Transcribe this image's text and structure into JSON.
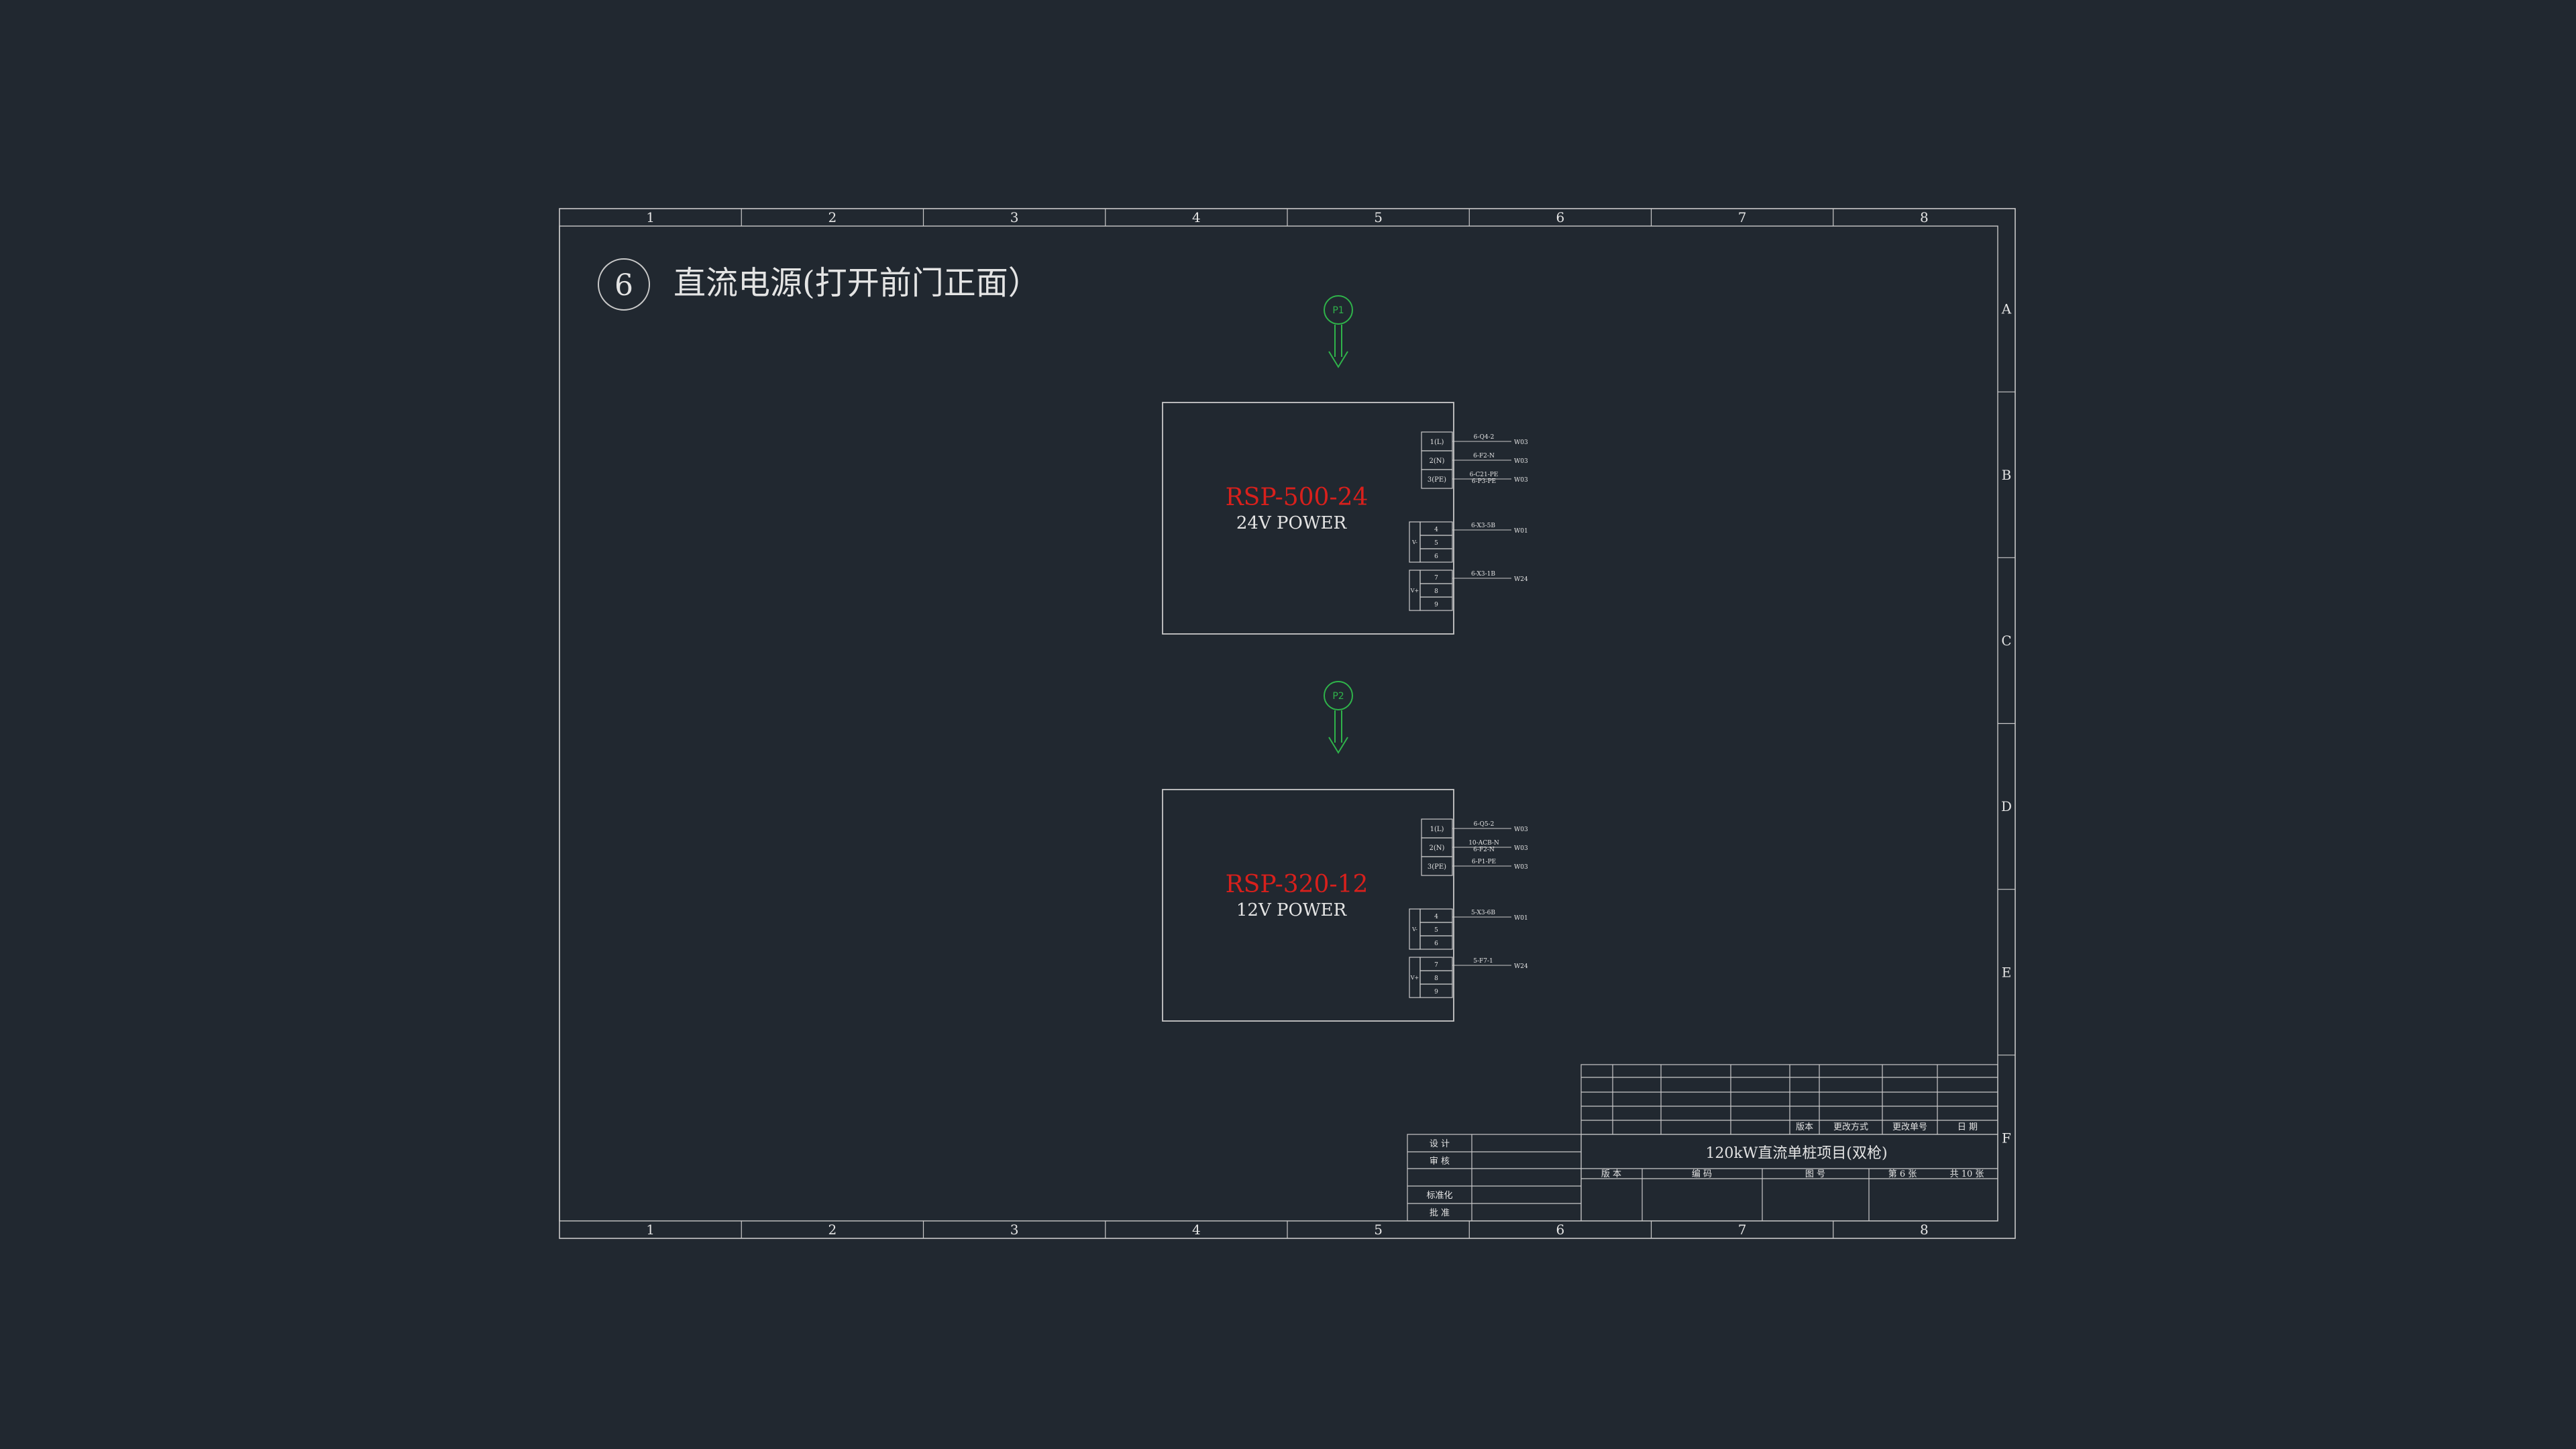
{
  "drawing": {
    "sheet_number": "6",
    "title": "直流电源(打开前门正面）",
    "column_labels": [
      "1",
      "2",
      "3",
      "4",
      "5",
      "6",
      "7",
      "8"
    ],
    "row_labels": [
      "A",
      "B",
      "C",
      "D",
      "E",
      "F"
    ],
    "colors": {
      "background": "#212830",
      "line": "#c9c9c9",
      "model_text": "#d8201c",
      "marker": "#2fb34a"
    }
  },
  "markers": [
    {
      "label": "P1",
      "icon": "arrow-down-icon"
    },
    {
      "label": "P2",
      "icon": "arrow-down-icon"
    }
  ],
  "power_supplies": [
    {
      "model": "RSP-500-24",
      "desc": "24V POWER",
      "input_terminals": [
        "1(L)",
        "2(N)",
        "3(PE)"
      ],
      "input_wires": [
        {
          "code": "6-Q4-2",
          "wire": "W03"
        },
        {
          "code": "6-F2-N",
          "wire": "W03"
        },
        {
          "code": "6-C21-PE",
          "wire": "W03",
          "code2": "6-P3-PE"
        }
      ],
      "pos_terminals": [
        "4",
        "5",
        "6"
      ],
      "pos_sign": "V-",
      "pos_wire": {
        "code": "6-X3-5B",
        "wire": "W01"
      },
      "neg_terminals": [
        "7",
        "8",
        "9"
      ],
      "neg_sign": "V+",
      "neg_wire": {
        "code": "6-X3-1B",
        "wire": "W24"
      }
    },
    {
      "model": "RSP-320-12",
      "desc": "12V POWER",
      "input_terminals": [
        "1(L)",
        "2(N)",
        "3(PE)"
      ],
      "input_wires": [
        {
          "code": "6-Q5-2",
          "wire": "W03"
        },
        {
          "code": "10-ACB-N",
          "wire": "W03",
          "code2": "6-F2-N"
        },
        {
          "code": "6-P1-PE",
          "wire": "W03"
        }
      ],
      "pos_terminals": [
        "4",
        "5",
        "6"
      ],
      "pos_sign": "V-",
      "pos_wire": {
        "code": "5-X3-6B",
        "wire": "W01"
      },
      "neg_terminals": [
        "7",
        "8",
        "9"
      ],
      "neg_sign": "V+",
      "neg_wire": {
        "code": "5-F7-1",
        "wire": "W24"
      }
    }
  ],
  "title_block": {
    "revision_headers": [
      "版本",
      "更改方式",
      "更改单号",
      "日 期"
    ],
    "project_name": "120kW直流单桩项目(双枪)",
    "sign_labels": [
      "设 计",
      "审 核",
      "",
      "标准化",
      "批 准"
    ],
    "bottom_labels": [
      "版 本",
      "编 码",
      "图 号"
    ],
    "sheet_info": "第 6 张",
    "total_info": "共 10 张"
  }
}
